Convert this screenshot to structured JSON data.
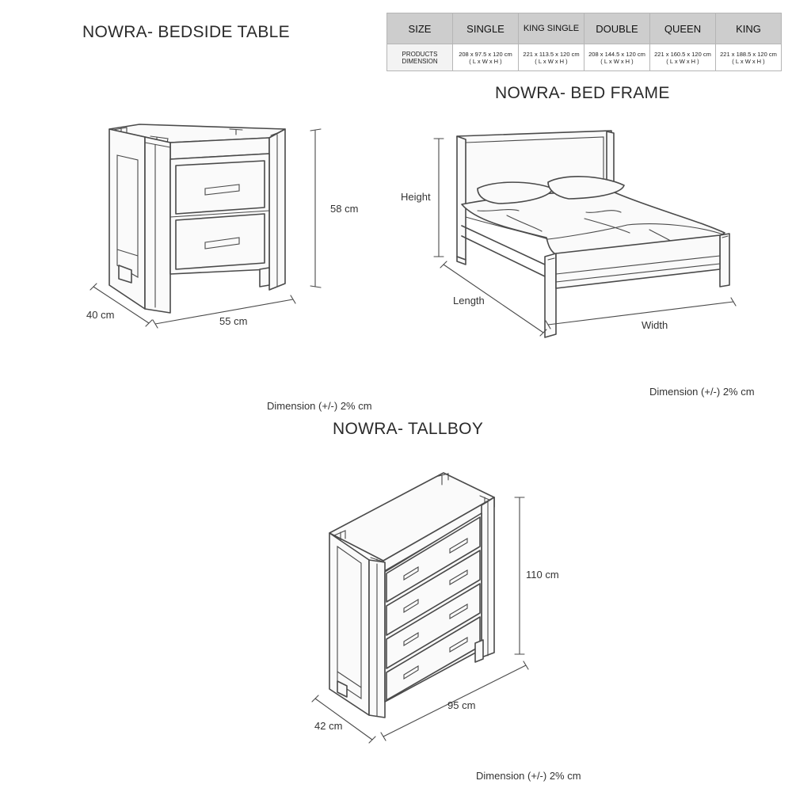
{
  "bedside": {
    "title": "NOWRA- BEDSIDE TABLE",
    "height": "58 cm",
    "depth": "40 cm",
    "width": "55 cm",
    "note": "Dimension (+/-) 2% cm"
  },
  "bed": {
    "title": "NOWRA- BED FRAME",
    "height": "Height",
    "length": "Length",
    "width": "Width",
    "note": "Dimension (+/-) 2% cm"
  },
  "tallboy": {
    "title": "NOWRA- TALLBOY",
    "height": "110 cm",
    "depth": "42 cm",
    "width": "95 cm",
    "note": "Dimension (+/-) 2% cm"
  },
  "size_table": {
    "header": [
      "SIZE",
      "SINGLE",
      "KING SINGLE",
      "DOUBLE",
      "QUEEN",
      "KING"
    ],
    "row_label": [
      "PRODUCTS",
      "DIMENSION"
    ],
    "cells": [
      {
        "dims": "208 x 97.5 x 120 cm",
        "unit": "( L x W x H )"
      },
      {
        "dims": "221 x 113.5 x 120 cm",
        "unit": "( L x W x H )"
      },
      {
        "dims": "208 x 144.5 x 120 cm",
        "unit": "( L x W x H )"
      },
      {
        "dims": "221 x 160.5 x 120 cm",
        "unit": "( L x W x H )"
      },
      {
        "dims": "221 x 188.5 x 120 cm",
        "unit": "( L x W x H )"
      }
    ]
  }
}
